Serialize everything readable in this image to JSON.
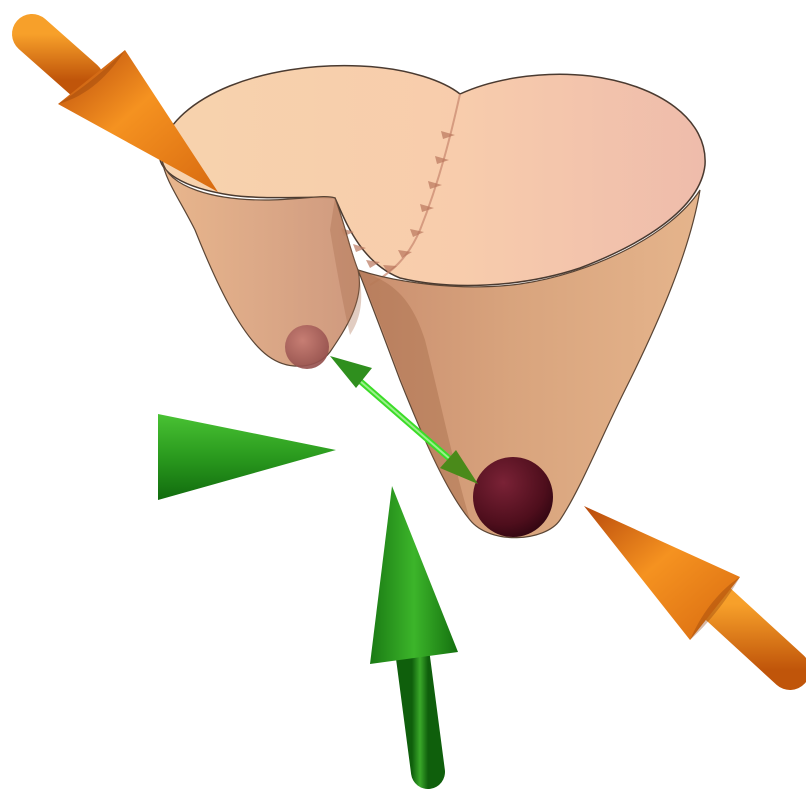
{
  "diagram": {
    "kind": "double-well potential surface with driving arrows",
    "colors": {
      "surface": "#e6b08a",
      "surface_rim": "#4a3a30",
      "orange_arrow": "#f08a1a",
      "green_arrow": "#2a9a1e",
      "ball_small": "#a85a55",
      "ball_large": "#5e1222",
      "transfer_arrow": "#3cdc28"
    },
    "elements": [
      {
        "name": "potential-surface",
        "description": "double-well"
      },
      {
        "name": "ball-shallow-well"
      },
      {
        "name": "ball-deep-well"
      },
      {
        "name": "transfer-double-arrow"
      },
      {
        "name": "orange-arrow-top-left"
      },
      {
        "name": "orange-arrow-bottom-right"
      },
      {
        "name": "green-arrow-left"
      },
      {
        "name": "green-arrow-bottom"
      }
    ]
  }
}
